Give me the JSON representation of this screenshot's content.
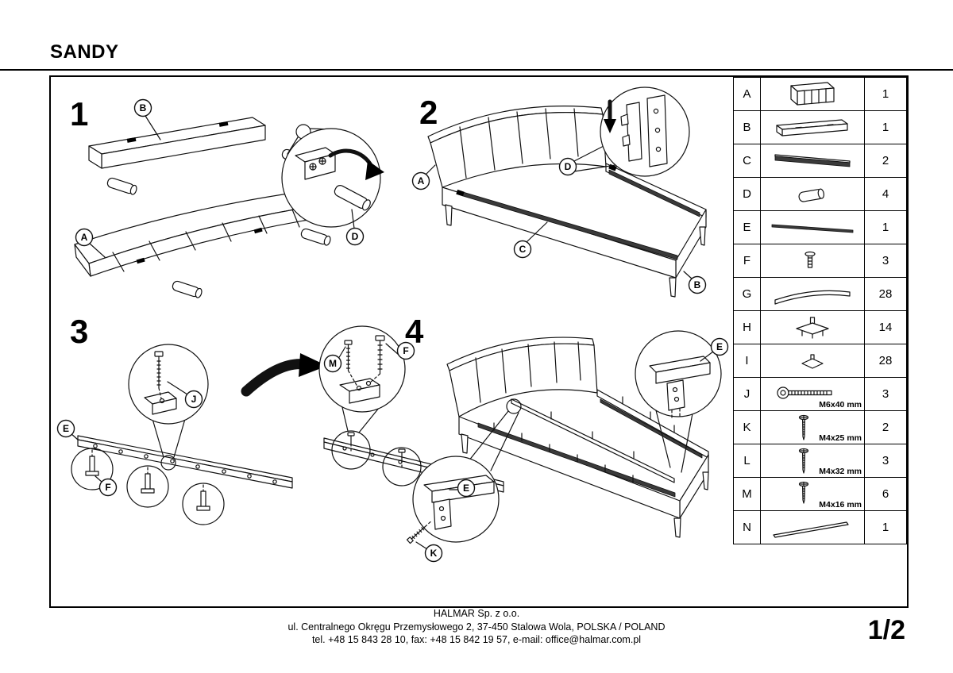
{
  "page": {
    "title": "SANDY",
    "page_number": "1/2"
  },
  "steps": [
    {
      "number": "1",
      "labels": {
        "a": "A",
        "b": "B",
        "d": "D"
      }
    },
    {
      "number": "2",
      "labels": {
        "a": "A",
        "b": "B",
        "c": "C",
        "d": "D"
      }
    },
    {
      "number": "3",
      "labels": {
        "e": "E",
        "f": "F",
        "j": "J"
      }
    },
    {
      "number": "4",
      "labels": {
        "m": "M",
        "f": "F",
        "e1": "E",
        "e2": "E",
        "k": "K"
      }
    }
  ],
  "parts_table": {
    "rows": [
      {
        "letter": "A",
        "icon": "headboard-icon",
        "qty": "1"
      },
      {
        "letter": "B",
        "icon": "footboard-icon",
        "qty": "1"
      },
      {
        "letter": "C",
        "icon": "ledge-rail-icon",
        "qty": "2"
      },
      {
        "letter": "D",
        "icon": "cylinder-leg-icon",
        "qty": "4"
      },
      {
        "letter": "E",
        "icon": "center-rail-icon",
        "qty": "1"
      },
      {
        "letter": "F",
        "icon": "bolt-icon",
        "qty": "3"
      },
      {
        "letter": "G",
        "icon": "slat-icon",
        "qty": "28"
      },
      {
        "letter": "H",
        "icon": "slat-holder-icon",
        "qty": "14"
      },
      {
        "letter": "I",
        "icon": "slat-cap-icon",
        "qty": "28"
      },
      {
        "letter": "J",
        "icon": "hex-bolt-icon",
        "size_label": "M6x40 mm",
        "qty": "3"
      },
      {
        "letter": "K",
        "icon": "screw-icon",
        "size_label": "M4x25 mm",
        "qty": "2"
      },
      {
        "letter": "L",
        "icon": "screw-icon",
        "size_label": "M4x32 mm",
        "qty": "3"
      },
      {
        "letter": "M",
        "icon": "screw-icon",
        "size_label": "M4x16 mm",
        "qty": "6"
      },
      {
        "letter": "N",
        "icon": "tension-rod-icon",
        "qty": "1"
      }
    ]
  },
  "footer": {
    "company": "HALMAR Sp. z o.o.",
    "address": "ul. Centralnego Okręgu Przemysłowego 2, 37-450 Stalowa Wola, POLSKA / POLAND",
    "contact": "tel. +48 15 843 28 10, fax: +48 15 842 19 57, e-mail: office@halmar.com.pl"
  }
}
